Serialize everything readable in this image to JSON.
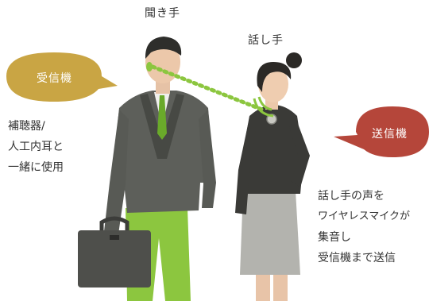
{
  "labels": {
    "listener": "聞き手",
    "speaker": "話し手"
  },
  "bubbles": {
    "receiver": "受信機",
    "transmitter": "送信機"
  },
  "notes": {
    "receiver": [
      "補聴器/",
      "人工内耳と",
      "一緒に使用"
    ],
    "transmitter": [
      "話し手の声を",
      "ワイヤレスマイクが",
      "集音し",
      "受信機まで送信"
    ]
  },
  "colors": {
    "receiver_bubble": "#c9a544",
    "transmitter_bubble": "#b5463a",
    "signal": "#8cc63f"
  }
}
